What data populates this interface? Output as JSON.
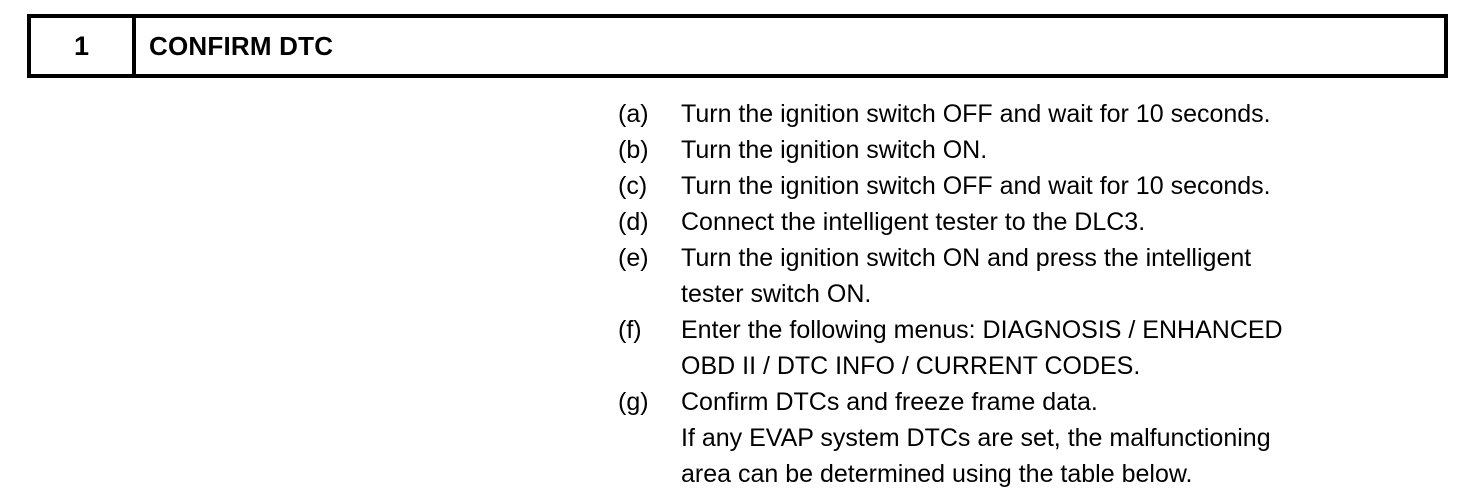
{
  "step_header": {
    "number": "1",
    "title": "CONFIRM DTC"
  },
  "procedure": {
    "items": [
      {
        "label": "(a)",
        "lines": [
          "Turn the ignition switch OFF and wait for 10 seconds."
        ]
      },
      {
        "label": "(b)",
        "lines": [
          "Turn the ignition switch ON."
        ]
      },
      {
        "label": "(c)",
        "lines": [
          "Turn the ignition switch OFF and wait for 10 seconds."
        ]
      },
      {
        "label": "(d)",
        "lines": [
          "Connect the intelligent tester to the DLC3."
        ]
      },
      {
        "label": "(e)",
        "lines": [
          "Turn the ignition switch ON and press the intelligent",
          "tester switch ON."
        ]
      },
      {
        "label": "(f)",
        "lines": [
          "Enter the following menus: DIAGNOSIS / ENHANCED",
          "OBD II / DTC INFO / CURRENT CODES."
        ]
      },
      {
        "label": "(g)",
        "lines": [
          "Confirm DTCs and freeze frame data.",
          "If any EVAP system DTCs are set, the malfunctioning",
          "area can be determined using the table below."
        ]
      }
    ]
  },
  "colors": {
    "ink": "#000000",
    "paper": "#ffffff"
  }
}
